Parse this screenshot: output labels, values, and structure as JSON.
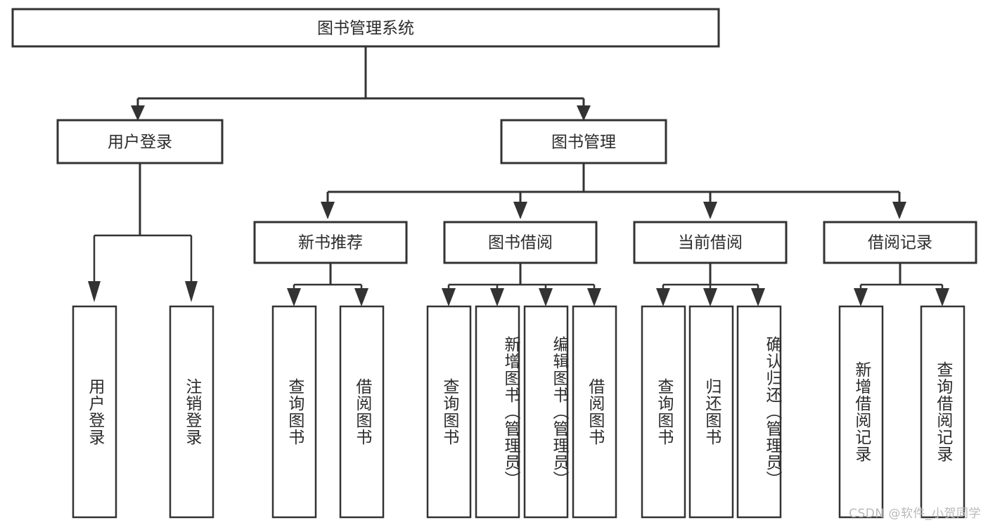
{
  "diagram": {
    "title": "图书管理系统",
    "type": "tree",
    "background": "#ffffff",
    "line_color": "#333333",
    "text_color": "#2b2b2b",
    "box_fill": "#ffffff"
  },
  "watermark": {
    "text": "CSDN @软件_小贺同学",
    "color": "#b9b9b9"
  },
  "chart_data": {
    "type": "tree",
    "title": "图书管理系统",
    "root": {
      "label": "图书管理系统",
      "children": [
        {
          "label": "用户登录",
          "children": [
            {
              "label": "用户登录"
            },
            {
              "label": "注销登录"
            }
          ]
        },
        {
          "label": "图书管理",
          "children": [
            {
              "label": "新书推荐",
              "children": [
                {
                  "label": "查询图书"
                },
                {
                  "label": "借阅图书"
                }
              ]
            },
            {
              "label": "图书借阅",
              "children": [
                {
                  "label": "查询图书"
                },
                {
                  "label": "新增图书（管理员）"
                },
                {
                  "label": "编辑图书（管理员）"
                },
                {
                  "label": "借阅图书"
                }
              ]
            },
            {
              "label": "当前借阅",
              "children": [
                {
                  "label": "查询图书"
                },
                {
                  "label": "归还图书"
                },
                {
                  "label": "确认归还（管理员）"
                }
              ]
            },
            {
              "label": "借阅记录",
              "children": [
                {
                  "label": "新增借阅记录"
                },
                {
                  "label": "查询借阅记录"
                }
              ]
            }
          ]
        }
      ]
    }
  },
  "nodes": {
    "root": {
      "label": "图书管理系统"
    },
    "level2": [
      {
        "id": "user-login",
        "label": "用户登录"
      },
      {
        "id": "book-manage",
        "label": "图书管理"
      }
    ],
    "level3": [
      {
        "id": "new-book-rec",
        "label": "新书推荐"
      },
      {
        "id": "book-borrow",
        "label": "图书借阅"
      },
      {
        "id": "current-borrow",
        "label": "当前借阅"
      },
      {
        "id": "borrow-record",
        "label": "借阅记录"
      }
    ],
    "leaves": [
      {
        "id": "leaf-user-login",
        "label": "用户登录"
      },
      {
        "id": "leaf-user-logout",
        "label": "注销登录"
      },
      {
        "id": "leaf-query-book-1",
        "label": "查询图书"
      },
      {
        "id": "leaf-borrow-book-1",
        "label": "借阅图书"
      },
      {
        "id": "leaf-query-book-2",
        "label": "查询图书"
      },
      {
        "id": "leaf-add-book",
        "label": "新增图书（管理员）"
      },
      {
        "id": "leaf-edit-book",
        "label": "编辑图书（管理员）"
      },
      {
        "id": "leaf-borrow-book-2",
        "label": "借阅图书"
      },
      {
        "id": "leaf-query-book-3",
        "label": "查询图书"
      },
      {
        "id": "leaf-return-book",
        "label": "归还图书"
      },
      {
        "id": "leaf-confirm-return",
        "label": "确认归还（管理员）"
      },
      {
        "id": "leaf-add-record",
        "label": "新增借阅记录"
      },
      {
        "id": "leaf-query-record",
        "label": "查询借阅记录"
      }
    ]
  }
}
